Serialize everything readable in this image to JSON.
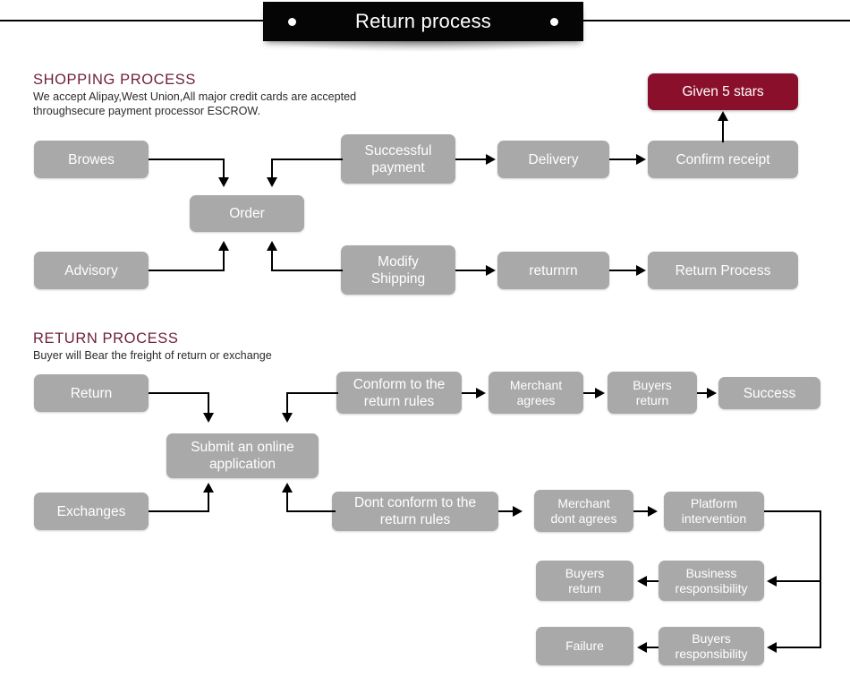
{
  "header": {
    "title": "Return process",
    "dot_left": "bullet-dot",
    "dot_right": "bullet-dot"
  },
  "shopping_section": {
    "heading": "SHOPPING PROCESS",
    "subtitle": "We accept Alipay,West Union,All major credit cards are accepted\nthroughsecure payment processor ESCROW.",
    "nodes": {
      "browes": "Browes",
      "advisory": "Advisory",
      "order": "Order",
      "successful_payment": "Successful\npayment",
      "modify_shipping": "Modify\nShipping",
      "delivery": "Delivery",
      "returnrn": "returnrn",
      "confirm_receipt": "Confirm receipt",
      "return_process": "Return Process",
      "given_5_stars": "Given 5 stars"
    }
  },
  "return_section": {
    "heading": "RETURN PROCESS",
    "subtitle": "Buyer will Bear the freight of return or exchange",
    "nodes": {
      "return": "Return",
      "exchanges": "Exchanges",
      "submit_application": "Submit an online\napplication",
      "conform_rules": "Conform to the\nreturn rules",
      "dont_conform_rules": "Dont conform to the\nreturn rules",
      "merchant_agrees": "Merchant\nagrees",
      "merchant_dont_agrees": "Merchant\ndont agrees",
      "buyers_return_top": "Buyers\nreturn",
      "success": "Success",
      "platform_intervention": "Platform\nintervention",
      "business_responsibility": "Business\nresponsibility",
      "buyers_return_mid": "Buyers\nreturn",
      "buyers_responsibility": "Buyers\nresponsibility",
      "failure": "Failure"
    }
  },
  "colors": {
    "accent_maroon": "#8a0f2b",
    "heading_maroon": "#6e1f3c",
    "node_gray": "#a9a9a9",
    "connector_black": "#000000",
    "banner_black": "#050505",
    "background": "#ffffff"
  }
}
